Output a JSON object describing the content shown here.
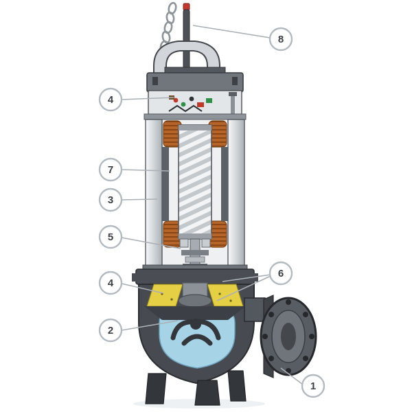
{
  "diagram": {
    "type": "technical-cutaway",
    "subject": "submersible pump cross-section",
    "background": "#ffffff"
  },
  "callouts": [
    {
      "label": "8",
      "target": "power-cable"
    },
    {
      "label": "4",
      "target": "terminal-board"
    },
    {
      "label": "7",
      "target": "rotor"
    },
    {
      "label": "3",
      "target": "motor-shell"
    },
    {
      "label": "5",
      "target": "mechanical-seal"
    },
    {
      "label": "4",
      "target": "oil-chamber-seal"
    },
    {
      "label": "6",
      "target": "impeller-wear-parts"
    },
    {
      "label": "2",
      "target": "impeller"
    },
    {
      "label": "1",
      "target": "discharge-flange"
    }
  ],
  "colors": {
    "callout_border": "#b2b9bf",
    "callout_text": "#3d4045",
    "leader_line": "#a9b0b6",
    "casing_dark": "#44484e",
    "steel_light": "#e8eaec",
    "copper": "#b5652a",
    "oil_yellow": "#e4cf45",
    "water_blue": "#a7d3e6",
    "cable_red": "#c4392e"
  }
}
